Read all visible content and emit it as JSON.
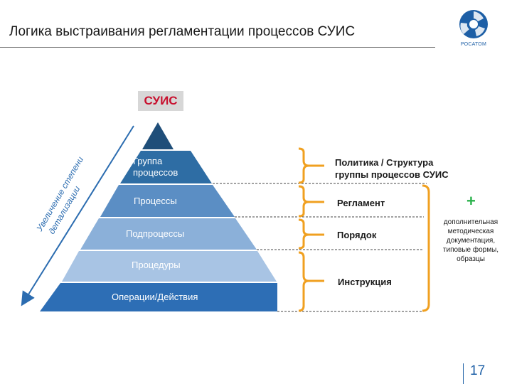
{
  "header": {
    "title": "Логика выстраивания регламентации процессов СУИС",
    "logo_text": "РОСАТОМ"
  },
  "pyramid": {
    "top_label": "СУИС",
    "axis_label_line1": "Увеличение степени",
    "axis_label_line2": "детализации",
    "levels": [
      {
        "label_line1": "Группа",
        "label_line2": "процессов"
      },
      {
        "label_line1": "Процессы"
      },
      {
        "label_line1": "Подпроцессы"
      },
      {
        "label_line1": "Процедуры"
      },
      {
        "label_line1": "Операции/Действия"
      }
    ]
  },
  "right_labels": [
    {
      "line1": "Политика / Структура",
      "line2": "группы процессов СУИС"
    },
    {
      "line1": "Регламент"
    },
    {
      "line1": "Порядок"
    },
    {
      "line1": "Инструкция"
    }
  ],
  "extra": {
    "plus": "+",
    "line1": "дополнительная",
    "line2": "методическая",
    "line3": "документация,",
    "line4": "типовые формы,",
    "line5": "образцы"
  },
  "colors": {
    "accent_orange": "#f0a020",
    "title_red": "#c8102e",
    "brand_blue": "#1d5fa6"
  },
  "page": {
    "number": "17"
  }
}
